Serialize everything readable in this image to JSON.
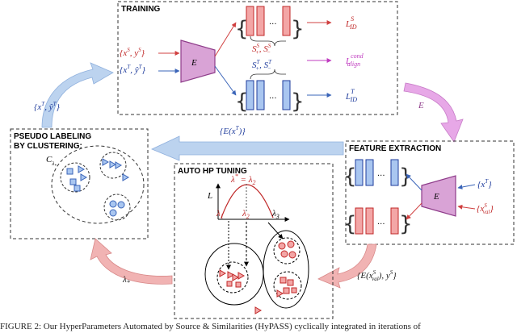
{
  "colors": {
    "source": "#e06a6a",
    "source_fill": "#f3a6a6",
    "target": "#4f7fd1",
    "target_fill": "#a9c6f0",
    "encoder_fill": "#d9a3d6",
    "encoder_stroke": "#8e3c8a",
    "align": "#c03cc0",
    "id_source": "#c02828",
    "id_target": "#1f3c9c",
    "big_arrow_blue": "#bcd3ef",
    "big_arrow_pink": "#f1b3b3",
    "big_arrow_magenta": "#e7a8e7"
  },
  "boxes": {
    "training": "TRAINING",
    "pseudo_labeling_line1": "PSEUDO LABELING",
    "pseudo_labeling_line2": "BY CLUSTERING:",
    "feature_extraction": "FEATURE EXTRACTION",
    "auto_hp_tuning": "AUTO HP TUNING"
  },
  "training": {
    "input_source": "{x",
    "input_source_sup": "S",
    "input_source_mid": ", y",
    "input_source_sup2": "S",
    "input_source_end": "}",
    "input_target": "{x",
    "input_target_sup": "T",
    "input_target_mid": ", ŷ",
    "input_target_sup2": "T",
    "input_target_end": "}",
    "encoder": "E",
    "set_source": "S",
    "set_source_a": "S",
    "set_source_sub_plus": "+",
    "set_source_sub_minus": "−",
    "set_source_sup": "S",
    "set_target": "S",
    "set_target_sup": "T",
    "set_target_sub_plus": "+",
    "set_target_sub_minus": "−",
    "loss_source": "L",
    "loss_source_sup": "S",
    "loss_source_sub": "ID",
    "loss_align": "L",
    "loss_align_sup": "cond",
    "loss_align_sub": "align",
    "loss_target": "L",
    "loss_target_sup": "T",
    "loss_target_sub": "ID",
    "ellipsis": "..."
  },
  "arrows": {
    "pseudo_to_training": "{x",
    "pseudo_to_training_sup": "T",
    "pseudo_to_training_mid": ", ŷ",
    "pseudo_to_training_sup2": "T",
    "pseudo_to_training_end": "}",
    "training_to_feature": "E",
    "feature_to_pseudo": "{E(x",
    "feature_to_pseudo_sup": "T",
    "feature_to_pseudo_end": ")}",
    "feature_to_hp": "{E(x",
    "feature_to_hp_sup": "S",
    "feature_to_hp_sub": "val",
    "feature_to_hp_end": "), y",
    "feature_to_hp_sup2": "S",
    "feature_to_hp_end2": "}",
    "hp_to_pseudo": "λ",
    "hp_to_pseudo_sub": "*"
  },
  "pseudo": {
    "cluster_label": "C",
    "cluster_label_sub": "λ",
    "cluster_label_subsub": "*"
  },
  "feature": {
    "input_target": "{x",
    "input_target_sup": "T",
    "input_target_end": "}",
    "input_source": "{x",
    "input_source_sup": "S",
    "input_source_sub": "val",
    "input_source_end": "}",
    "encoder": "E",
    "ellipsis": "..."
  },
  "hp": {
    "y_axis": "L",
    "optimum": "λ",
    "optimum_sup": "*",
    "optimum_eq": " = λ",
    "optimum_sub": "2",
    "lambda1": "λ",
    "lambda1_sub": "1",
    "lambda2": "λ",
    "lambda2_sub": "2",
    "lambda3": "λ",
    "lambda3_sub": "3"
  },
  "caption": "FIGURE 2: Our HyperParameters Automated by Source & Similarities (HyPASS) cyclically integrated in iterations of"
}
